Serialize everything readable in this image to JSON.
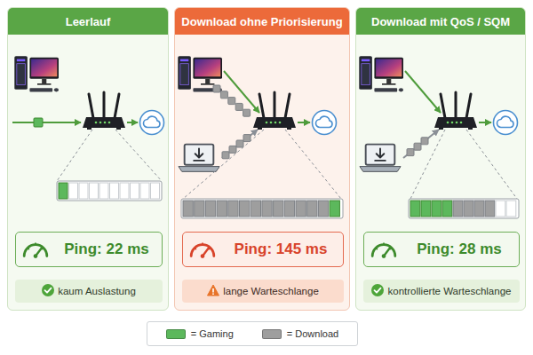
{
  "diagram": {
    "nodes": [
      {
        "text": [
          "Leerlauf"
        ]
      },
      {
        "text": [
          "Ping: 22 ms"
        ],
        "in": 0
      },
      {
        "text": [
          "kaum Auslastung"
        ],
        "in": 0
      },
      {
        "text": [
          "Download ohne Priorisierung"
        ]
      },
      {
        "text": [
          "Ping: 145 ms"
        ],
        "in": 3
      },
      {
        "text": [
          "lange Warteschlange"
        ],
        "in": 3
      },
      {
        "text": [
          "Download mit QoS / SQM"
        ]
      },
      {
        "text": [
          "Ping: 28 ms"
        ],
        "in": 6
      },
      {
        "text": [
          "kontrollierte Warteschlange"
        ],
        "in": 6
      }
    ],
    "legend": [
      {
        "text": "= Gaming",
        "color": "#5cb85c"
      },
      {
        "text": "= Download",
        "color": "#9e9e9e"
      }
    ]
  }
}
